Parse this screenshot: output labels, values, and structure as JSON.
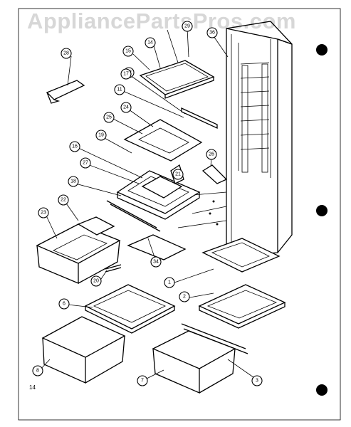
{
  "watermark": "AppliancePartsPros.com",
  "page_number": "14",
  "callouts": [
    "1",
    "2",
    "3",
    "6",
    "7",
    "8",
    "11",
    "12",
    "14",
    "15",
    "16",
    "17",
    "18",
    "19",
    "20",
    "21",
    "22",
    "23",
    "24",
    "25",
    "26",
    "27",
    "28",
    "29",
    "34",
    "36"
  ]
}
